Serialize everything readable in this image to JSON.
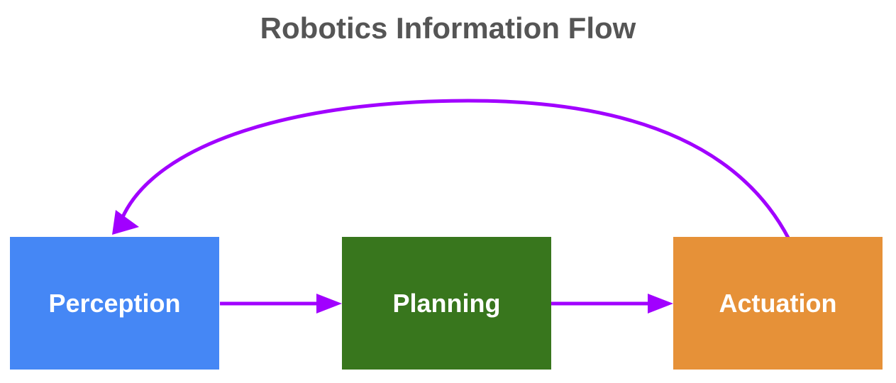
{
  "title": "Robotics Information Flow",
  "colors": {
    "perception": "#4587F5",
    "planning": "#38761D",
    "actuation": "#E69138",
    "arrow": "#A100FF"
  },
  "nodes": [
    {
      "id": "perception",
      "label": "Perception"
    },
    {
      "id": "planning",
      "label": "Planning"
    },
    {
      "id": "actuation",
      "label": "Actuation"
    }
  ],
  "edges": [
    {
      "from": "perception",
      "to": "planning"
    },
    {
      "from": "planning",
      "to": "actuation"
    },
    {
      "from": "actuation",
      "to": "perception"
    }
  ]
}
